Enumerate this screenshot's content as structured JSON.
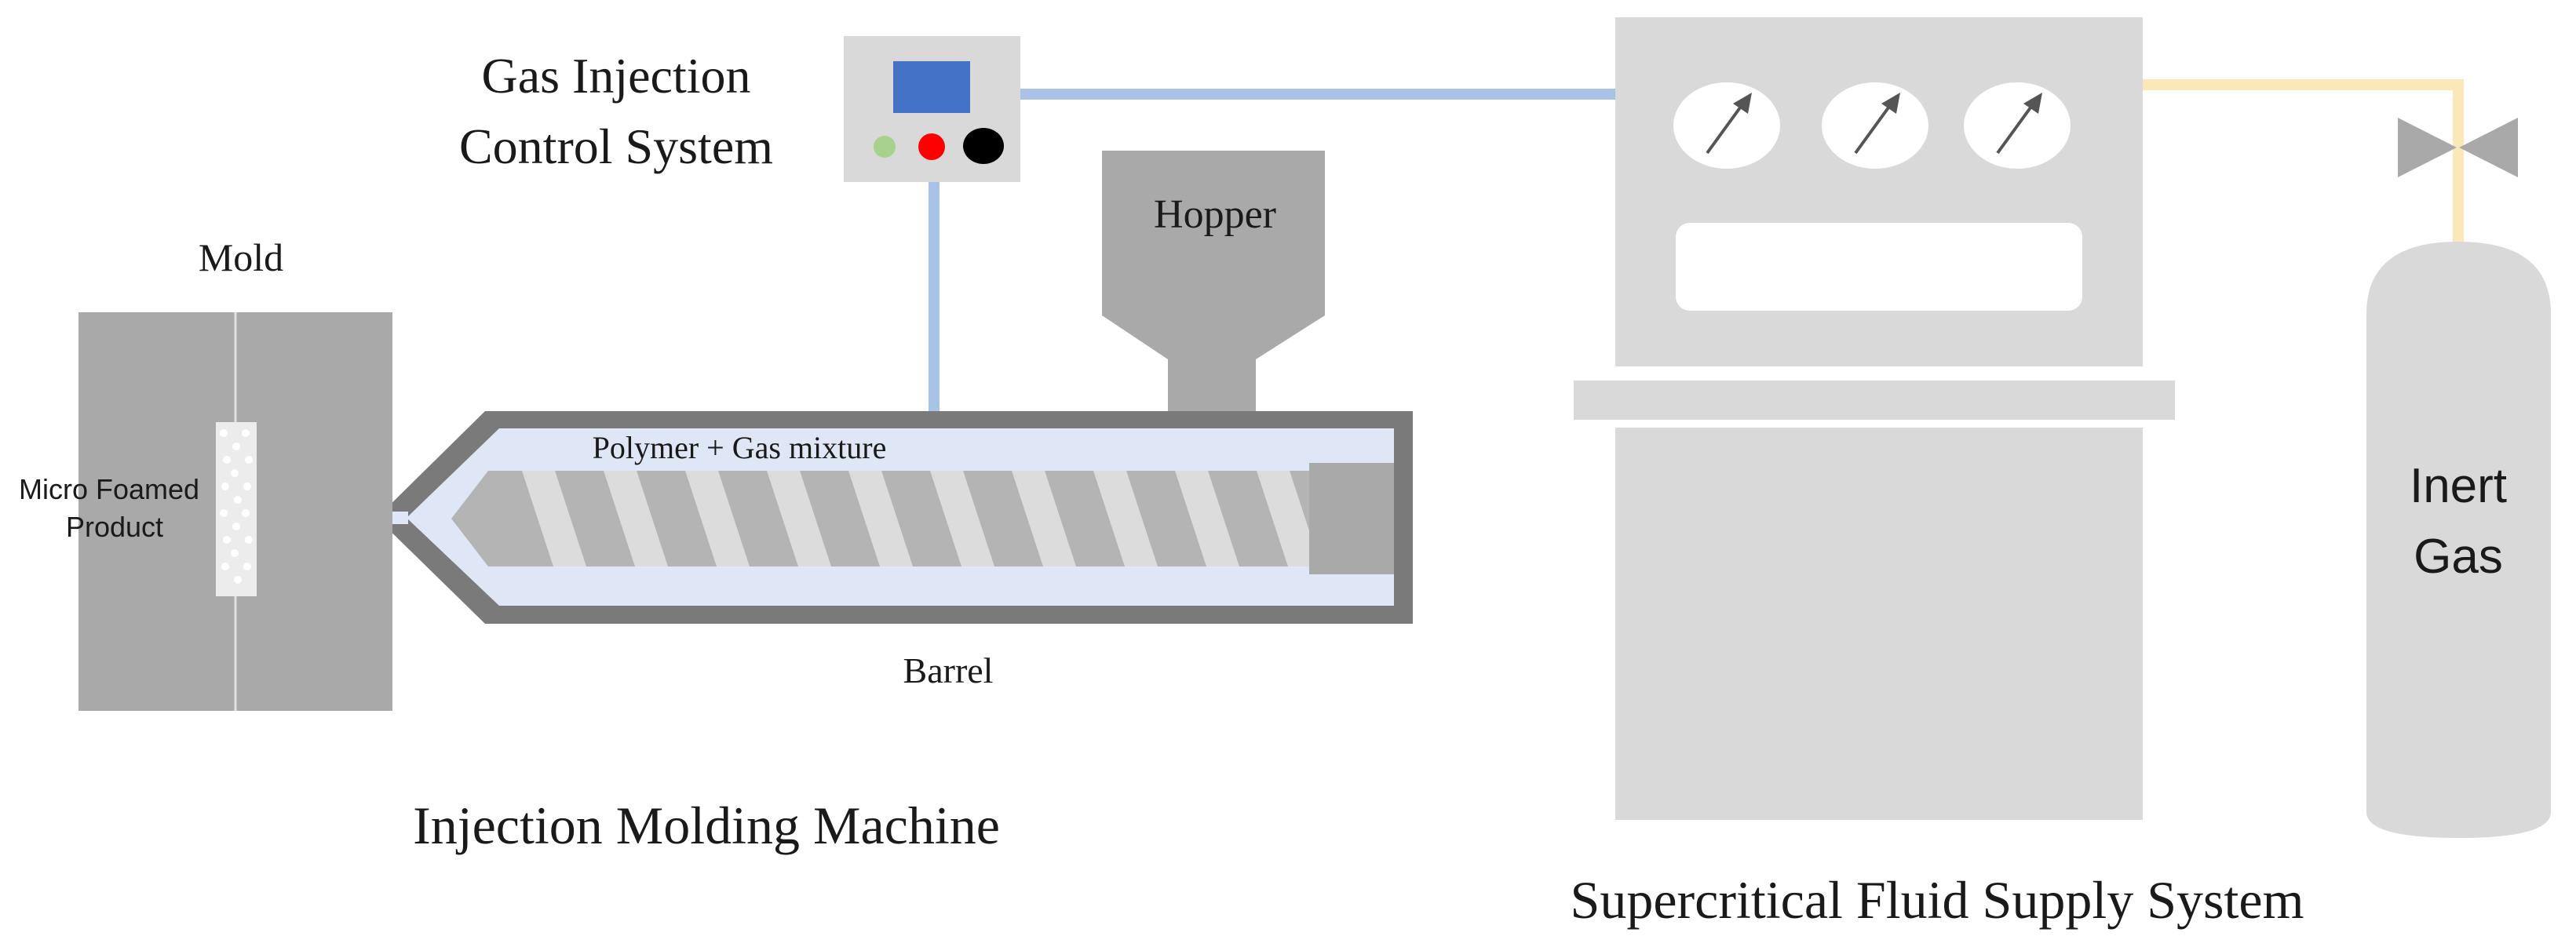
{
  "labels": {
    "gas_control_line1": "Gas Injection",
    "gas_control_line2": "Control System",
    "hopper": "Hopper",
    "mold": "Mold",
    "product_line1": "Micro Foamed",
    "product_line2": "Product",
    "polymer_mixture": "Polymer + Gas mixture",
    "barrel": "Barrel",
    "injection_machine": "Injection Molding Machine",
    "supply_system": "Supercritical Fluid Supply System",
    "inert_gas_line1": "Inert",
    "inert_gas_line2": "Gas"
  },
  "colors": {
    "gas_line": "#a9c2e8",
    "inert_line": "#fbe8b8",
    "machine_gray": "#a9a9a9",
    "barrel_dark": "#7a7a7a",
    "barrel_fill": "#dfe6f6",
    "supply_gray": "#d9d9d9",
    "screen_blue": "#4472c4",
    "indicator_green": "#a9d18e",
    "indicator_red": "#ff0000",
    "indicator_black": "#000000"
  },
  "icons": {
    "gauges": [
      "pressure-gauge-icon",
      "pressure-gauge-icon",
      "pressure-gauge-icon"
    ],
    "valve": "valve-icon",
    "cylinder": "gas-cylinder-icon"
  }
}
